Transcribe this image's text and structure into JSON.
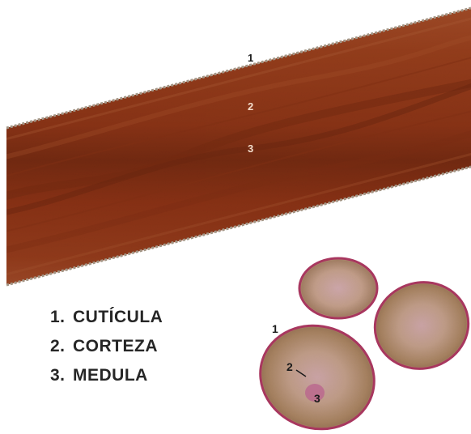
{
  "hair_shaft": {
    "labels": [
      "1",
      "2",
      "3"
    ]
  },
  "cross_sections": {
    "labels": [
      "1",
      "2",
      "3"
    ]
  },
  "legend": [
    {
      "number": "1.",
      "term": "CUTÍCULA"
    },
    {
      "number": "2.",
      "term": "CORTEZA"
    },
    {
      "number": "3.",
      "term": "MEDULA"
    }
  ],
  "colors": {
    "background": "#ffffff",
    "cortex": "#8a3416",
    "medulla": "#4e1c0c",
    "cuticle": "#a39686",
    "section_rim": "#a8375f",
    "section_fill": "#e0c2ae",
    "section_core": "#e9b8cc",
    "legend_text": "#262626"
  }
}
